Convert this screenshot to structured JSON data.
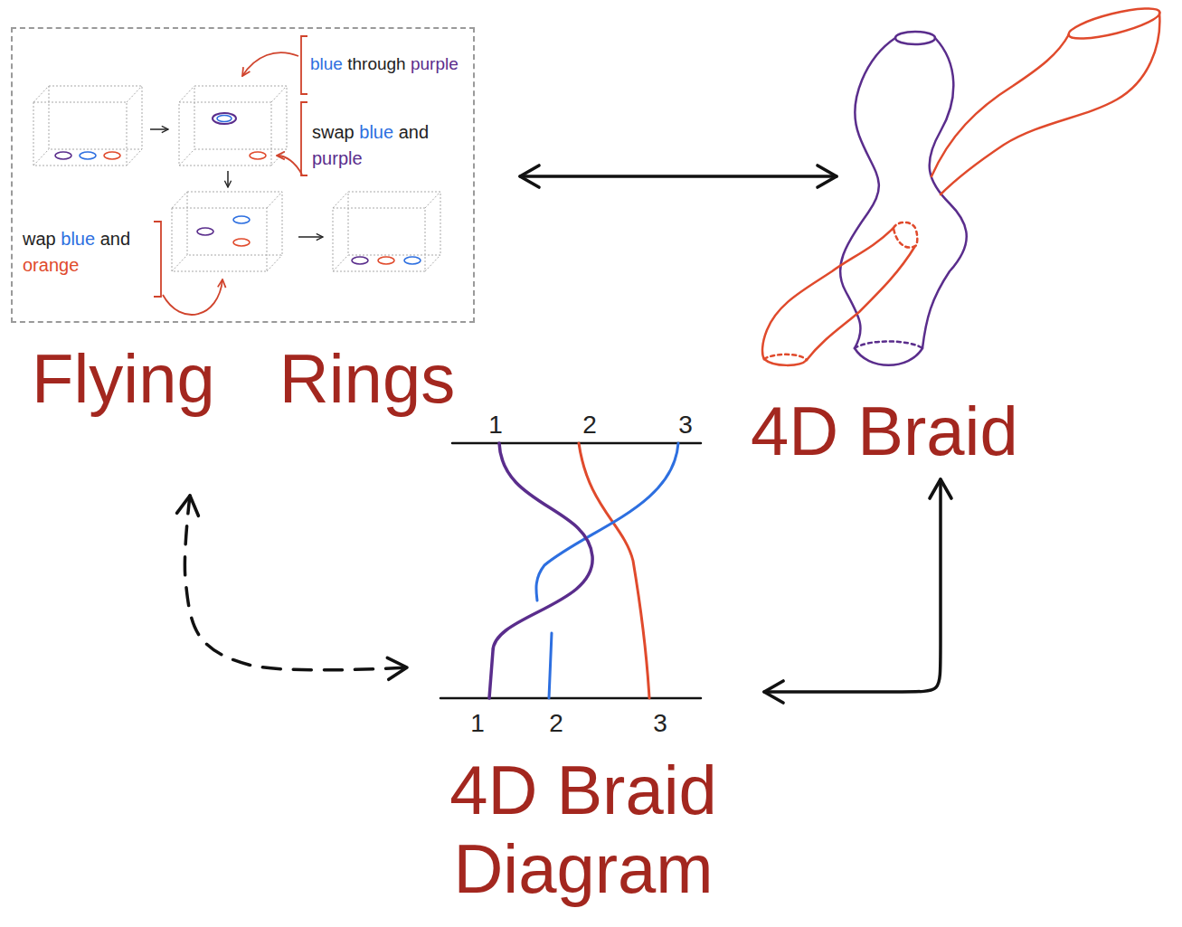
{
  "diagram": {
    "nodes": [
      {
        "text": [
          "Flying Rings"
        ]
      },
      {
        "text": [
          "4D Braid"
        ]
      },
      {
        "text": [
          "4D Braid Diagram"
        ]
      }
    ],
    "edges": [
      {
        "from": 0,
        "to": 1,
        "arrow": "both"
      },
      {
        "from": 1,
        "to": 2,
        "arrow": "both"
      },
      {
        "from": 0,
        "to": 2,
        "arrow": "both"
      }
    ],
    "labels": [
      "blue through purple",
      "swap blue and purple",
      "wap blue and orange",
      "1",
      "2",
      "3",
      "1",
      "2",
      "3"
    ]
  }
}
